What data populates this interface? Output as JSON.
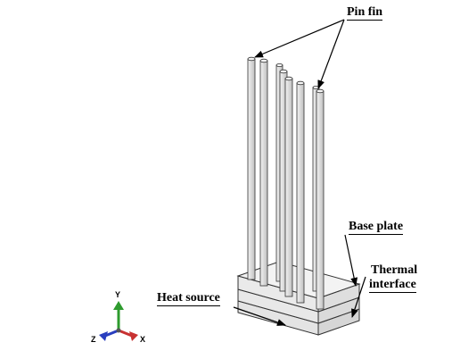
{
  "labels": {
    "pin_fin": "Pin fin",
    "base_plate": "Base plate",
    "thermal_interface_line1": "Thermal",
    "thermal_interface_line2": "interface",
    "heat_source": "Heat source"
  },
  "axes": {
    "y": "Y",
    "z": "Z",
    "x": "X"
  },
  "colors": {
    "pin_fill": "#dcdcdc",
    "pin_stroke": "#333333",
    "plate_top": "#ececec",
    "plate_side": "#e0e0e0",
    "axis_y": "#2e9b2e",
    "axis_z": "#2a3fbf",
    "axis_x": "#c83232"
  },
  "icons": [
    "axis-triad-icon"
  ]
}
